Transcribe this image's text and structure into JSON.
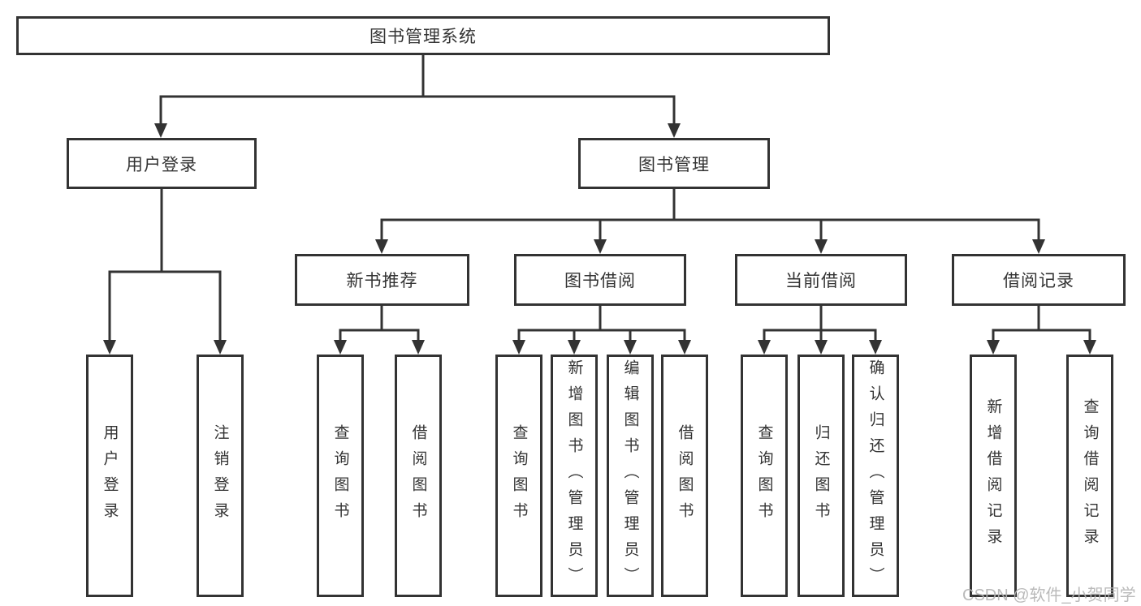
{
  "diagram": {
    "root": {
      "label": "图书管理系统",
      "children": [
        {
          "label": "用户登录",
          "children": [
            {
              "label": "用户登录"
            },
            {
              "label": "注销登录"
            }
          ]
        },
        {
          "label": "图书管理",
          "children": [
            {
              "label": "新书推荐",
              "children": [
                {
                  "label": "查询图书"
                },
                {
                  "label": "借阅图书"
                }
              ]
            },
            {
              "label": "图书借阅",
              "children": [
                {
                  "label": "查询图书"
                },
                {
                  "label": "新增图书（管理员）"
                },
                {
                  "label": "编辑图书（管理员）"
                },
                {
                  "label": "借阅图书"
                }
              ]
            },
            {
              "label": "当前借阅",
              "children": [
                {
                  "label": "查询图书"
                },
                {
                  "label": "归还图书"
                },
                {
                  "label": "确认归还（管理员）"
                }
              ]
            },
            {
              "label": "借阅记录",
              "children": [
                {
                  "label": "新增借阅记录"
                },
                {
                  "label": "查询借阅记录"
                }
              ]
            }
          ]
        }
      ]
    },
    "watermark": "CSDN @软件_小贺同学",
    "colors": {
      "line": "#333333",
      "text": "#333333",
      "background": "#ffffff",
      "watermark": "#b3b3b3"
    }
  }
}
